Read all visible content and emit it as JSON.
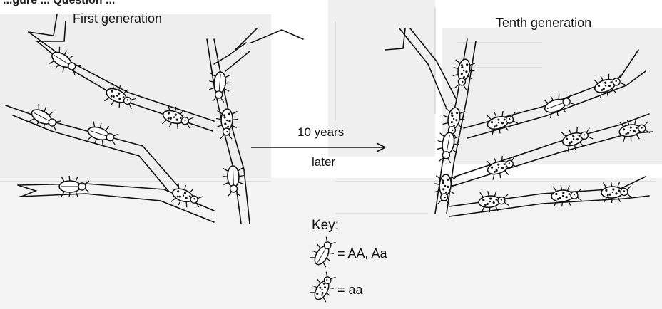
{
  "header_fragment": "...gure ... Question ...",
  "panels": {
    "left_title": "First generation",
    "right_title": "Tenth generation"
  },
  "arrow": {
    "top_label": "10 years",
    "bottom_label": "later"
  },
  "key": {
    "title": "Key:",
    "items": [
      {
        "label": "= AA, Aa",
        "beetle": "plain-beetle-icon"
      },
      {
        "label": "= aa",
        "beetle": "spotted-beetle-icon"
      }
    ]
  },
  "colors": {
    "ink": "#111111",
    "branch_fill": "#ffffff",
    "background_ghost": "#e6e6e6"
  }
}
